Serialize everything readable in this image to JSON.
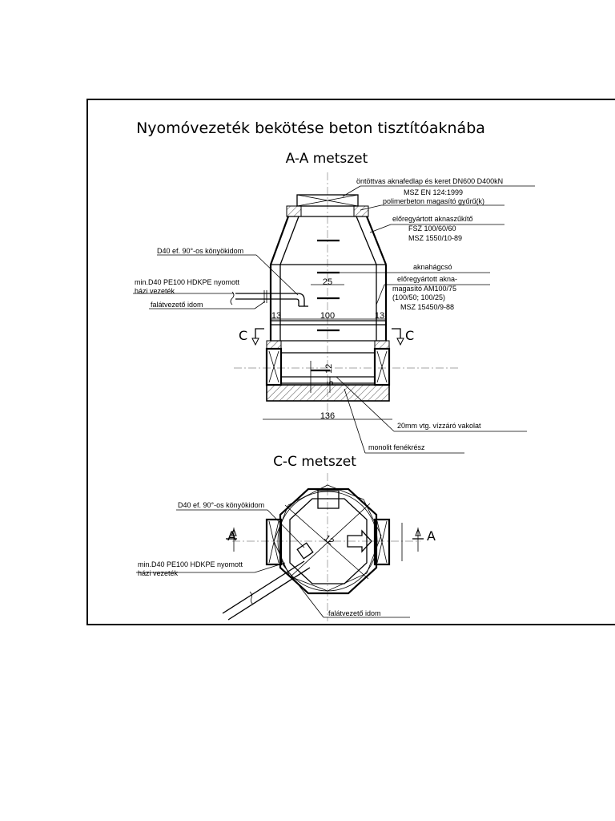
{
  "title": "Nyomóvezeték bekötése beton tisztítóaknába",
  "section_aa": {
    "heading": "A-A metszet",
    "labels": {
      "cover_1": "öntöttvas aknafedlap és keret DN600 D400kN",
      "cover_2": "MSZ EN 124:1999",
      "ring": "polimerbeton magasító gyűrű(k)",
      "reducer_1": "előregyártott aknaszűkítő",
      "reducer_2": "FSZ 100/60/60",
      "reducer_3": "MSZ 1550/10-89",
      "elbow": "D40 ef. 90°-os könyökidom",
      "ladder": "aknahágcsó",
      "pipe_1": "min.D40 PE100 HDKPE nyomott",
      "pipe_2": "házi vezeték",
      "riser_1": "előregyártott akna-",
      "riser_2": "magasító AM100/75",
      "riser_3": "(100/50; 100/25)",
      "riser_4": "MSZ 15450/9-88",
      "wall_pass": "falátvezető idom",
      "plaster": "20mm vtg. vízzáró vakolat",
      "base": "monolit fenékrész"
    },
    "dims": {
      "d25": "25",
      "d100": "100",
      "d13a": "13",
      "d13b": "13",
      "d136": "136",
      "d12": "12",
      "d5": "5"
    },
    "cut": {
      "left": "C",
      "right": "C"
    }
  },
  "section_cc": {
    "heading": "C-C metszet",
    "labels": {
      "elbow": "D40 ef. 90°-os könyökidom",
      "pipe_1": "min.D40 PE100 HDKPE nyomott",
      "pipe_2": "házi vezeték",
      "wall_pass": "falátvezető idom"
    },
    "dims": {
      "d12": "12"
    },
    "cut": {
      "left": "A",
      "right": "A"
    }
  },
  "colors": {
    "line": "#000000",
    "axis": "#888888",
    "paper": "#ffffff"
  }
}
